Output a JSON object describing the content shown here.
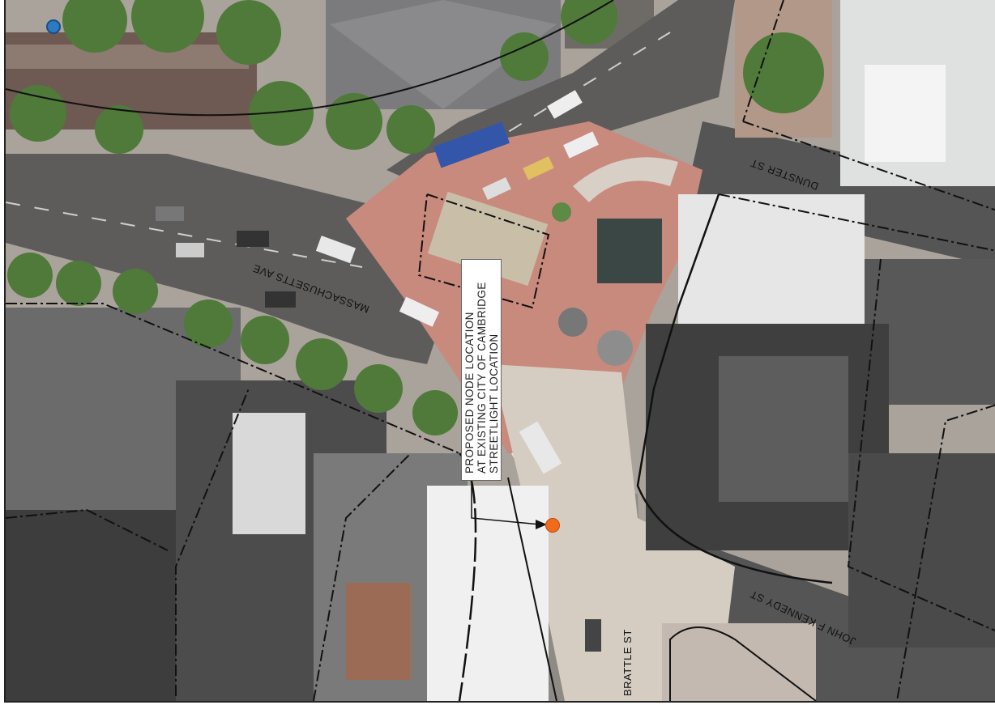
{
  "map": {
    "streets": {
      "massachusetts": "MASSACHUSETTS AVE",
      "dunster": "DUNSTER ST",
      "jfk": "JOHN F KENNEDY ST",
      "brattle": "BRATTLE ST"
    },
    "annotation": {
      "lines": [
        "PROPOSED NODE LOCATION",
        "AT EXISTING CITY OF CAMBRIDGE",
        "STREETLIGHT LOCATION"
      ]
    },
    "colors": {
      "node_marker": "#f26b1d",
      "plaza_brick": "#c98a7e",
      "road": "#5e5c5b",
      "tree": "#4f7a3a",
      "roof_light": "#dfe0e0",
      "roof_dark": "#3f3f3f"
    }
  }
}
